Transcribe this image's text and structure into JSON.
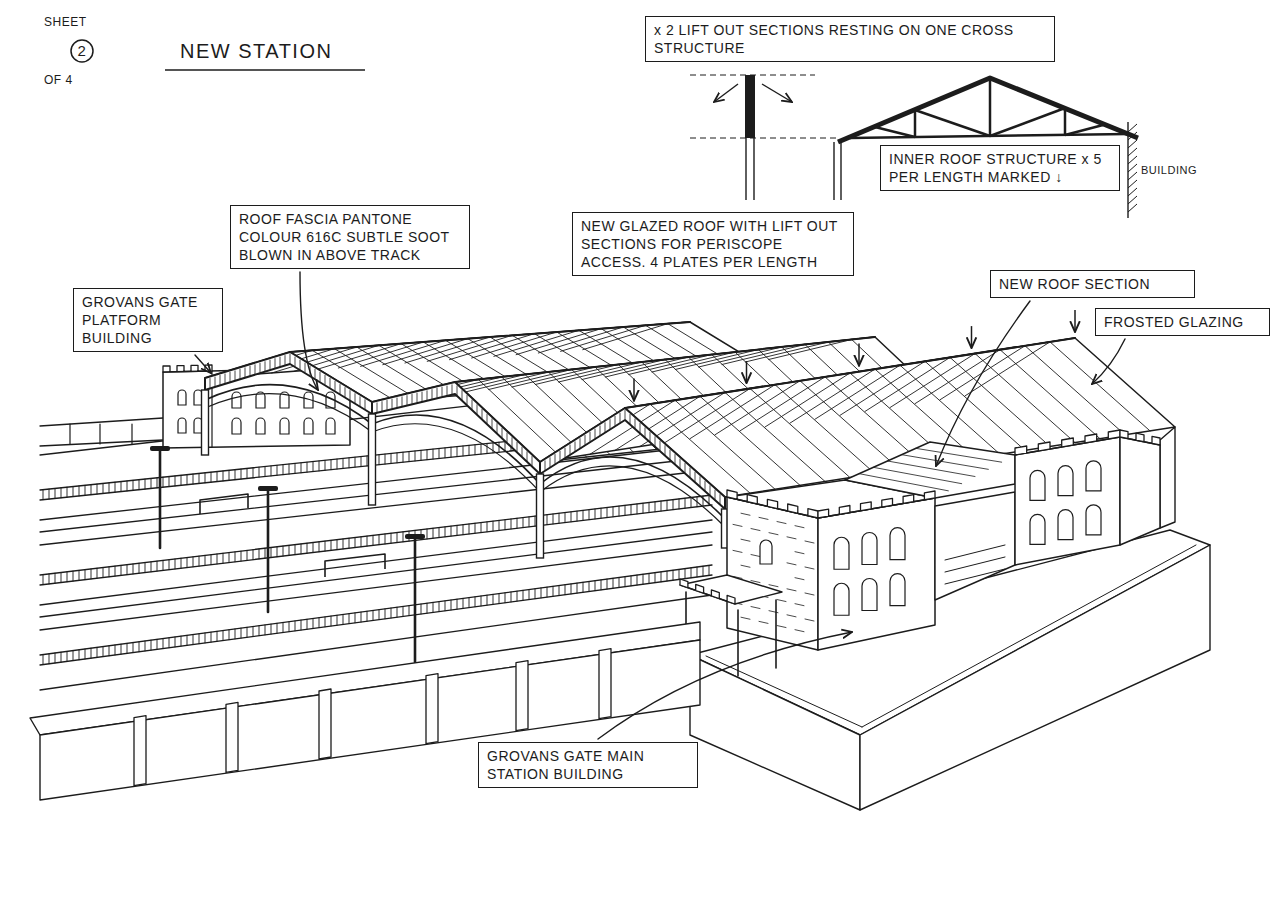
{
  "diagram": {
    "title": "NEW STATION",
    "nodes": [
      {
        "text": [
          "x 2 LIFT OUT SECTIONS RESTING ON ONE CROSS STRUCTURE"
        ]
      },
      {
        "text": [
          "INNER ROOF STRUCTURE x 5 PER LENGTH MARKED ↓"
        ]
      },
      {
        "text": [
          "ROOF FASCIA PANTONE COLOUR 616C SUBTLE SOOT BLOWN IN ABOVE TRACK"
        ]
      },
      {
        "text": [
          "NEW GLAZED ROOF WITH LIFT OUT SECTIONS FOR PERISCOPE ACCESS. 4 PLATES PER LENGTH"
        ]
      },
      {
        "text": [
          "GROVANS GATE PLATFORM BUILDING"
        ]
      },
      {
        "text": [
          "NEW ROOF SECTION"
        ]
      },
      {
        "text": [
          "FROSTED GLAZING"
        ]
      },
      {
        "text": [
          "GROVANS GATE MAIN STATION BUILDING"
        ]
      }
    ],
    "labels": [
      "SHEET",
      "2",
      "OF 4",
      "BUILDING"
    ]
  }
}
